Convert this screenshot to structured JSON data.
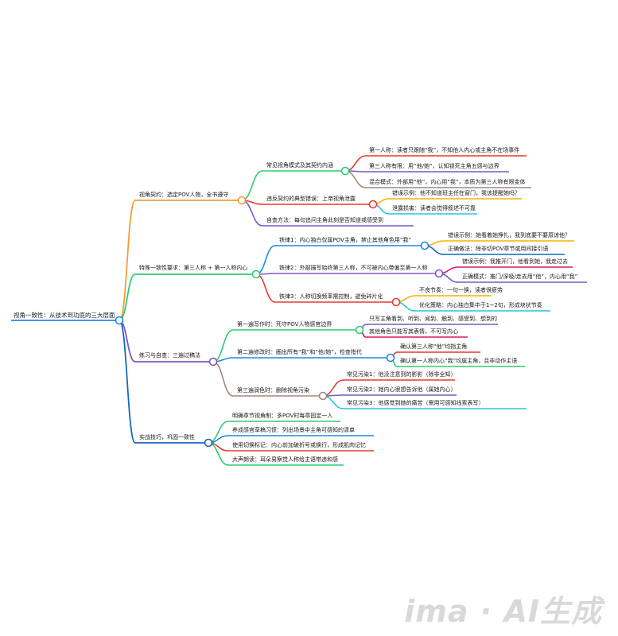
{
  "colors": {
    "orange": "#f39c3b",
    "green": "#2ecc71",
    "blue": "#1e88e5",
    "purple": "#7e57c2",
    "red": "#e53935",
    "pink": "#d81b60",
    "brown": "#a1887f",
    "amber": "#f4b400",
    "teal": "#26c6da",
    "darkblue": "#1565c0"
  },
  "root": "视角一致性：从技术到功底的三大层面",
  "branches": [
    {
      "label": "视角契约：选定POV人物，全书遵守",
      "children": [
        {
          "label": "常见视角模式及其契约内涵",
          "children": [
            {
              "label": "第一人称：读者只跟随“我”，不知他人内心或主角不在场事件"
            },
            {
              "label": "第三人称有限：用“他/她”，认知锁死主角五感与边界"
            },
            {
              "label": "混合模式：外部用“他”，内心用“我”，本质为第三人称有限变体"
            }
          ]
        },
        {
          "label": "违反契约的典型错误：上帝视角泄露",
          "children": [
            {
              "label": "错误示例：他不知道班主任在窗门，我该提醒她吗？"
            },
            {
              "label": "泄露损害：读者会觉得叙述不可靠"
            }
          ]
        },
        {
          "label": "自查方法：每句追问主角此刻是否知道或感受到",
          "children": []
        }
      ]
    },
    {
      "label": "特殊一致性要求：第三人称 + 第一人称内心",
      "children": [
        {
          "label": "铁律1：内心独白仅属POV主角，禁止其他角色用“我”",
          "children": [
            {
              "label": "错误示例：她看着她挣扎，我到底要不要原谅他？"
            },
            {
              "label": "正确做法：除非切POV章节或用间接引语"
            }
          ]
        },
        {
          "label": "铁律2：外部描写始终第三人称，不可被内心带偏至第一人称",
          "children": [
            {
              "label": "错误示例：我推开门，他看到她，我走过去"
            },
            {
              "label": "正确模式：推门/深吸/走去用“他”，内心用“我”"
            }
          ]
        },
        {
          "label": "铁律3：人称切换频率需控制，避免碎片化",
          "children": [
            {
              "label": "不良节奏：一句一换，读者很疲劳"
            },
            {
              "label": "优化策略：内心独白集中于1~2句，形成块状节奏"
            }
          ]
        }
      ]
    },
    {
      "label": "练习与自查：三遍过稿法",
      "children": [
        {
          "label": "第一遍写作时：死守POV人物感官边界",
          "children": [
            {
              "label": "只写主角看到、听到、闻到、触到、感受到、想到的"
            },
            {
              "label": "其他角色只能写其表情，不可写内心"
            }
          ]
        },
        {
          "label": "第二遍修改时：圈出所有“我”和“他/她”，检查指代",
          "children": [
            {
              "label": "确认第三人称“他”均指主角"
            },
            {
              "label": "确认第一人称内心“我”均属主角，且非动作主语"
            }
          ]
        },
        {
          "label": "第三遍润色时：删除视角污染",
          "children": [
            {
              "label": "常见污染1：他没注意到的影影（除非全知）"
            },
            {
              "label": "常见污染2：她内心很想告诉他（属她内心）"
            },
            {
              "label": "常见污染3：他感觉到她的痛苦（需用可感知线索表写）"
            }
          ]
        }
      ]
    },
    {
      "label": "实战技巧，巩固一致性",
      "children": [
        {
          "label": "明确章节视角制：多POV时每章固定一人",
          "children": []
        },
        {
          "label": "养成感官草稿习惯：列出场景中主角可感知的清单",
          "children": []
        },
        {
          "label": "使用切换标记：内心前加破折号或换行，形成肌肉记忆",
          "children": []
        },
        {
          "label": "大声朗读：耳朵易察觉人称给主语带违和感",
          "children": []
        }
      ]
    }
  ],
  "watermark": "ima · AI生成"
}
